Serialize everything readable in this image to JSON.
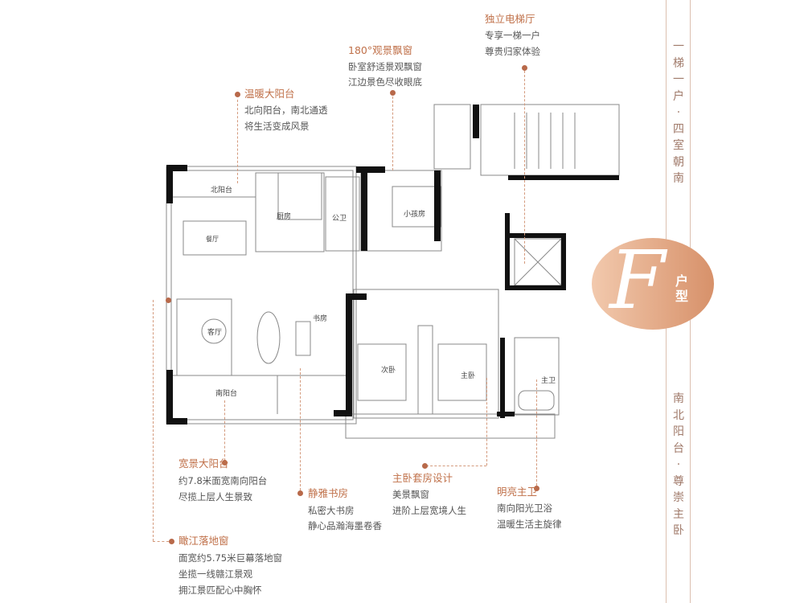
{
  "callouts": {
    "elevator_hall": {
      "title": "独立电梯厅",
      "lines": [
        "专享一梯一户",
        "尊贵归家体验"
      ]
    },
    "bay_window": {
      "title": "180°观景飘窗",
      "lines": [
        "卧室舒适景观飘窗",
        "江边景色尽收眼底"
      ]
    },
    "north_balcony": {
      "title": "温暖大阳台",
      "lines": [
        "北向阳台，南北通透",
        "将生活变成风景"
      ]
    },
    "south_balcony": {
      "title": "宽景大阳台",
      "lines": [
        "约7.8米面宽南向阳台",
        "尽揽上层人生景致"
      ]
    },
    "floor_window": {
      "title": "瞰江落地窗",
      "lines": [
        "面宽约5.75米巨幕落地窗",
        "坐揽一线赣江景观",
        "拥江景匹配心中胸怀"
      ]
    },
    "study": {
      "title": "静雅书房",
      "lines": [
        "私密大书房",
        "静心品瀚海墨卷香"
      ]
    },
    "master_suite": {
      "title": "主卧套房设计",
      "lines": [
        "美景飘窗",
        "进阶上层宽境人生"
      ]
    },
    "master_bath": {
      "title": "明亮主卫",
      "lines": [
        "南向阳光卫浴",
        "温暖生活主旋律"
      ]
    }
  },
  "rooms": {
    "north_balcony": "北阳台",
    "kitchen": "厨房",
    "public_bath": "公卫",
    "kids_room": "小孩房",
    "dining": "餐厅",
    "living": "客厅",
    "study": "书房",
    "second_bedroom": "次卧",
    "master_bedroom": "主卧",
    "master_bath": "主卫",
    "south_balcony": "南阳台"
  },
  "side": {
    "top": "一梯一户·四室朝南",
    "bottom": "南北阳台·尊崇主卧"
  },
  "badge": {
    "letter": "F",
    "text": "户型"
  },
  "colors": {
    "accent": "#c0714a",
    "badge_from": "#f2c9ad",
    "badge_to": "#d7916a"
  }
}
